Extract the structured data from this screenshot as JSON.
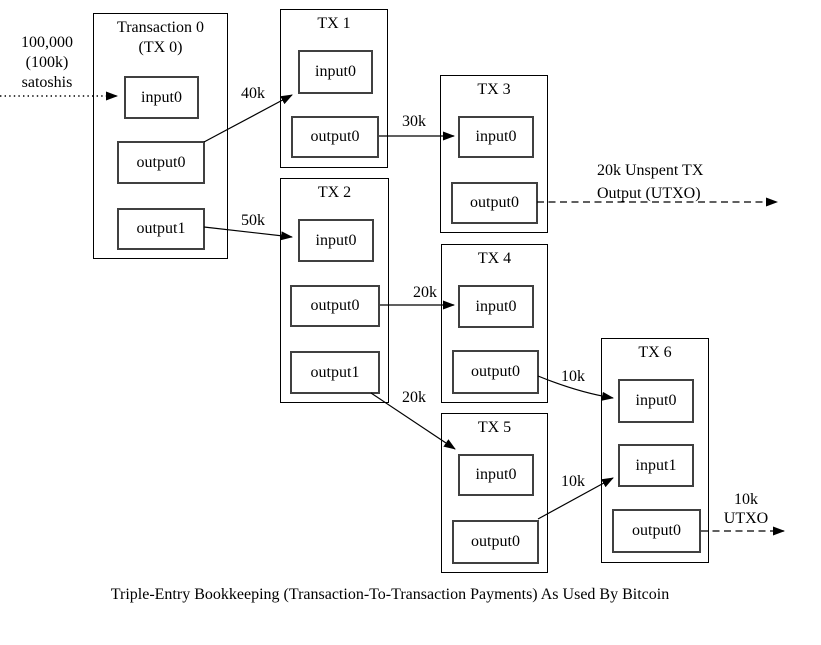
{
  "source_annotation": {
    "line1": "100,000",
    "line2": "(100k)",
    "line3": "satoshis"
  },
  "transactions": {
    "tx0": {
      "title_line1": "Transaction 0",
      "title_line2": "(TX 0)",
      "input0": "input0",
      "output0": "output0",
      "output1": "output1"
    },
    "tx1": {
      "title": "TX 1",
      "input0": "input0",
      "output0": "output0"
    },
    "tx2": {
      "title": "TX 2",
      "input0": "input0",
      "output0": "output0",
      "output1": "output1"
    },
    "tx3": {
      "title": "TX 3",
      "input0": "input0",
      "output0": "output0"
    },
    "tx4": {
      "title": "TX 4",
      "input0": "input0",
      "output0": "output0"
    },
    "tx5": {
      "title": "TX 5",
      "input0": "input0",
      "output0": "output0"
    },
    "tx6": {
      "title": "TX 6",
      "input0": "input0",
      "input1": "input1",
      "output0": "output0"
    }
  },
  "flow_labels": {
    "tx0_output0_to_tx1": "40k",
    "tx0_output1_to_tx2": "50k",
    "tx1_output0_to_tx3": "30k",
    "tx2_output0_to_tx4": "20k",
    "tx2_output1_to_tx5": "20k",
    "tx4_output0_to_tx6": "10k",
    "tx5_output0_to_tx6": "10k"
  },
  "unspent_outputs": {
    "tx3": {
      "line1": "20k Unspent TX",
      "line2": "Output (UTXO)"
    },
    "tx6": {
      "line1": "10k",
      "line2": "UTXO"
    }
  },
  "caption": "Triple-Entry Bookkeeping (Transaction-To-Transaction Payments) As Used By Bitcoin",
  "colors": {
    "ink": "#000000",
    "background": "#ffffff",
    "inner_border": "#404040"
  }
}
